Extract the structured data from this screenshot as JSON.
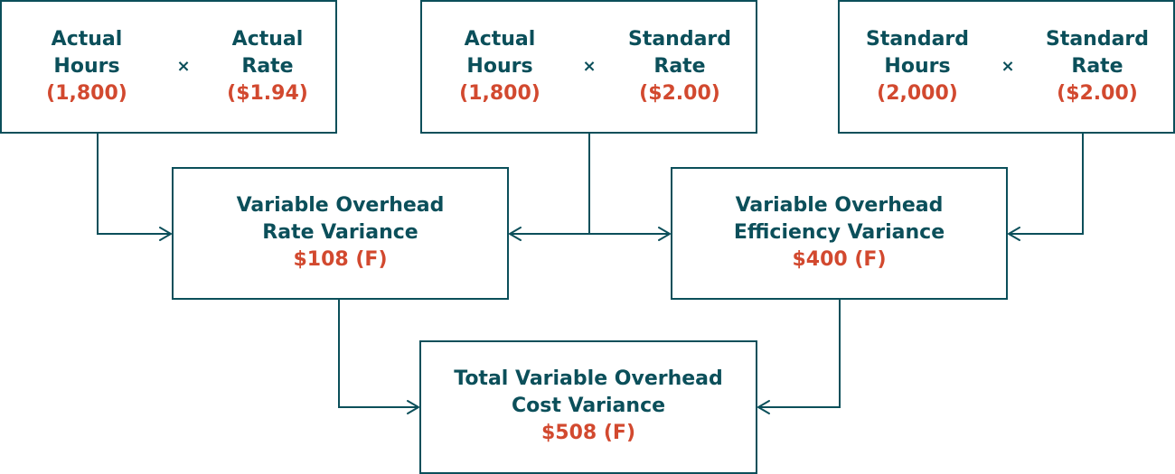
{
  "colors": {
    "ink": "#0b4f5a",
    "value": "#d2492f",
    "background": "#ffffff"
  },
  "inputs": [
    {
      "left_line1": "Actual",
      "left_line2": "Hours",
      "left_value": "(1,800)",
      "operator": "×",
      "right_line1": "Actual",
      "right_line2": "Rate",
      "right_value": "($1.94)"
    },
    {
      "left_line1": "Actual",
      "left_line2": "Hours",
      "left_value": "(1,800)",
      "operator": "×",
      "right_line1": "Standard",
      "right_line2": "Rate",
      "right_value": "($2.00)"
    },
    {
      "left_line1": "Standard",
      "left_line2": "Hours",
      "left_value": "(2,000)",
      "operator": "×",
      "right_line1": "Standard",
      "right_line2": "Rate",
      "right_value": "($2.00)"
    }
  ],
  "variances": {
    "rate": {
      "line1": "Variable Overhead",
      "line2": "Rate Variance",
      "value": "$108 (F)"
    },
    "efficiency": {
      "line1": "Variable Overhead",
      "line2": "Efficiency Variance",
      "value": "$400 (F)"
    }
  },
  "total": {
    "line1": "Total Variable Overhead",
    "line2": "Cost Variance",
    "value": "$508 (F)"
  }
}
